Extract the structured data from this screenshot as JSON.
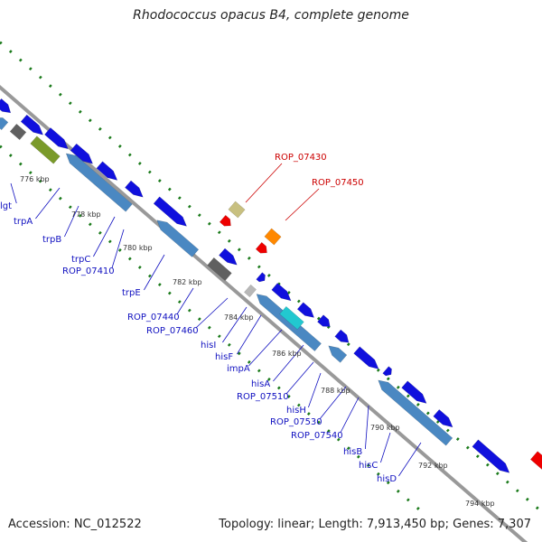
{
  "header": {
    "title": "Rhodococcus opacus B4, complete genome"
  },
  "footer": {
    "accession": "Accession: NC_012522",
    "topology": "Topology: linear; Length: 7,913,450 bp; Genes: 7,307"
  },
  "colors": {
    "cds_forward": "#1010dd",
    "cds_reverse": "#4a88c2",
    "cds_pseudo": "#606060",
    "cds_olive": "#7a9a2a",
    "cds_cyan": "#22c8d0",
    "cds_khaki": "#c8c080",
    "highlight_red": "#ee0000",
    "highlight_orange": "#ff8800",
    "tick_green": "#1a7a1a",
    "gene_label_blue": "#1010c0",
    "gene_label_red": "#cc0000",
    "backbone": "#999999"
  },
  "scale": {
    "ticks": [
      "776 kbp",
      "778 kbp",
      "780 kbp",
      "782 kbp",
      "784 kbp",
      "786 kbp",
      "788 kbp",
      "790 kbp",
      "792 kbp",
      "794 kbp"
    ]
  },
  "genes": {
    "highlighted": [
      "ROP_07430",
      "ROP_07450"
    ],
    "labeled": [
      "lgt",
      "trpA",
      "trpB",
      "trpC",
      "ROP_07410",
      "trpE",
      "ROP_07440",
      "ROP_07460",
      "hisI",
      "hisF",
      "impA",
      "hisA",
      "ROP_07510",
      "hisH",
      "ROP_07530",
      "ROP_07540",
      "hisB",
      "hisC",
      "hisD"
    ]
  }
}
